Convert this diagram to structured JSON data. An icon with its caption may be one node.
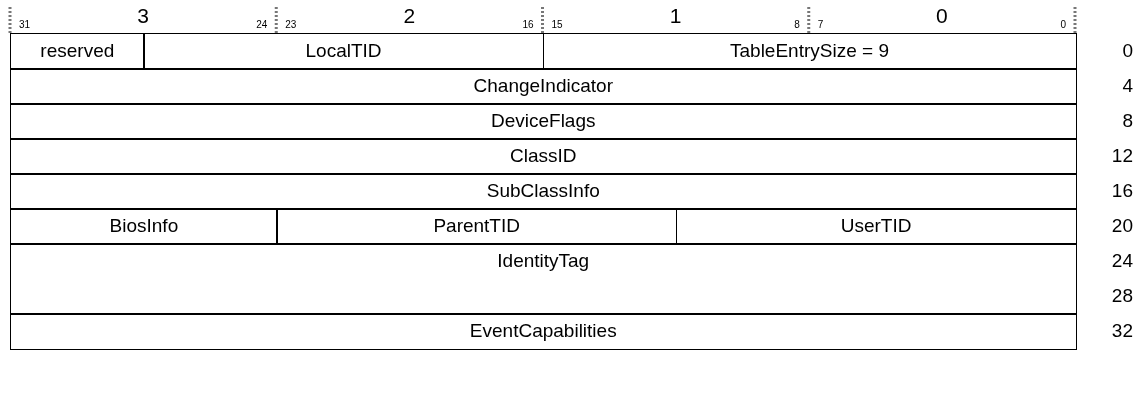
{
  "diagram": {
    "nodes": [
      {
        "text": [
          "reserved"
        ]
      },
      {
        "text": [
          "LocalTID"
        ]
      },
      {
        "text": [
          "TableEntrySize = 9"
        ]
      },
      {
        "text": [
          "ChangeIndicator"
        ]
      },
      {
        "text": [
          "DeviceFlags"
        ]
      },
      {
        "text": [
          "ClassID"
        ]
      },
      {
        "text": [
          "SubClassInfo"
        ]
      },
      {
        "text": [
          "BiosInfo"
        ]
      },
      {
        "text": [
          "ParentTID"
        ]
      },
      {
        "text": [
          "UserTID"
        ]
      },
      {
        "text": [
          "IdentityTag"
        ]
      },
      {
        "text": [
          "EventCapabilities"
        ]
      }
    ],
    "labels": [
      "31",
      "3",
      "24",
      "23",
      "2",
      "16",
      "15",
      "1",
      "8",
      "7",
      "0",
      "0",
      "0",
      "4",
      "8",
      "12",
      "16",
      "20",
      "24",
      "28",
      "32"
    ]
  }
}
